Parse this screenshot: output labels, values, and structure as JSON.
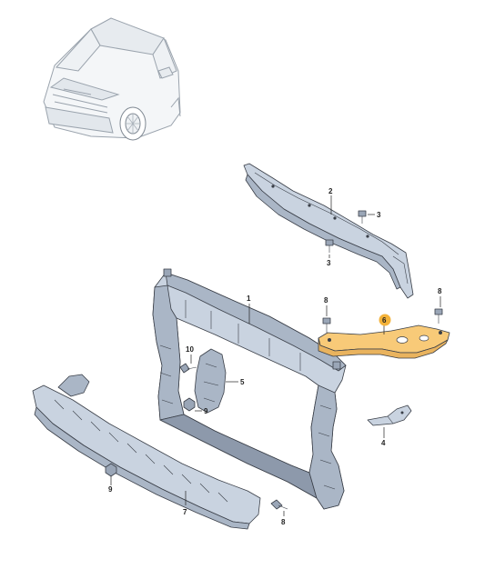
{
  "colors": {
    "part_fill": "#c9d3e0",
    "part_shade": "#aab6c6",
    "part_dark": "#8d99ab",
    "highlight_fill": "#f8ca78",
    "highlight_marker": "#f3b23a",
    "line": "#3a3f48"
  },
  "callouts": {
    "c1": "1",
    "c2": "2",
    "c3a": "3",
    "c3b": "3",
    "c4": "4",
    "c5": "5",
    "c6": "6",
    "c7": "7",
    "c8a": "8",
    "c8b": "8",
    "c8c": "8",
    "c9a": "9",
    "c9b": "9",
    "c10": "10"
  }
}
